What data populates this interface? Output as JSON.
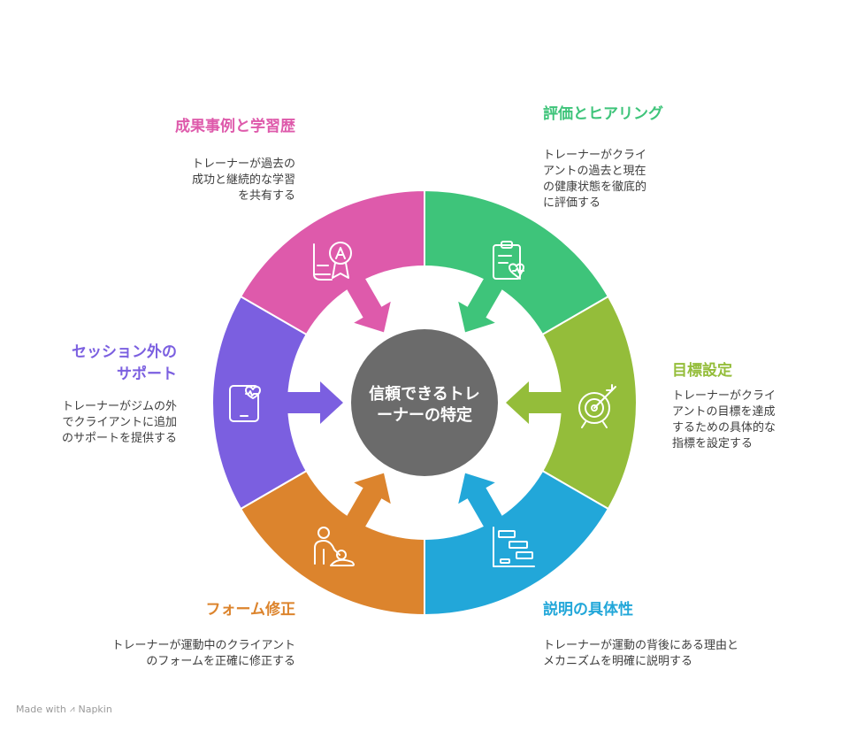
{
  "center": {
    "line1": "信頼できるトレ",
    "line2": "ーナーの特定",
    "color": "#6b6b6b"
  },
  "segments": [
    {
      "id": "evaluation",
      "title": "評価とヒアリング",
      "desc": [
        "トレーナーがクライ",
        "アントの過去と現在",
        "の健康状態を徹底的",
        "に評価する"
      ],
      "color": "#3ec47a",
      "icon": "clipboard-heart-icon"
    },
    {
      "id": "goals",
      "title": "目標設定",
      "desc": [
        "トレーナーがクライ",
        "アントの目標を達成",
        "するための具体的な",
        "指標を設定する"
      ],
      "color": "#94bd3a",
      "icon": "target-arrow-icon"
    },
    {
      "id": "explanation",
      "title": "説明の具体性",
      "desc": [
        "トレーナーが運動の背後にある理由と",
        "メカニズムを明確に説明する"
      ],
      "color": "#22a7d9",
      "icon": "gantt-chart-icon"
    },
    {
      "id": "form",
      "title": "フォーム修正",
      "desc": [
        "トレーナーが運動中のクライアント",
        "のフォームを正確に修正する"
      ],
      "color": "#dc842d",
      "icon": "person-assist-icon"
    },
    {
      "id": "support",
      "title": "セッション外の サポート",
      "title_lines": [
        "セッション外の",
        "サポート"
      ],
      "desc": [
        "トレーナーがジムの外",
        "でクライアントに追加",
        "のサポートを提供する"
      ],
      "color": "#7b5fe0",
      "icon": "tablet-heart-icon"
    },
    {
      "id": "achievements",
      "title": "成果事例と学習歴",
      "desc": [
        "トレーナーが過去の",
        "成功と継続的な学習",
        "を共有する"
      ],
      "color": "#de5aab",
      "icon": "book-award-icon"
    }
  ],
  "footer": {
    "text": "Made with",
    "brand": "Napkin"
  }
}
